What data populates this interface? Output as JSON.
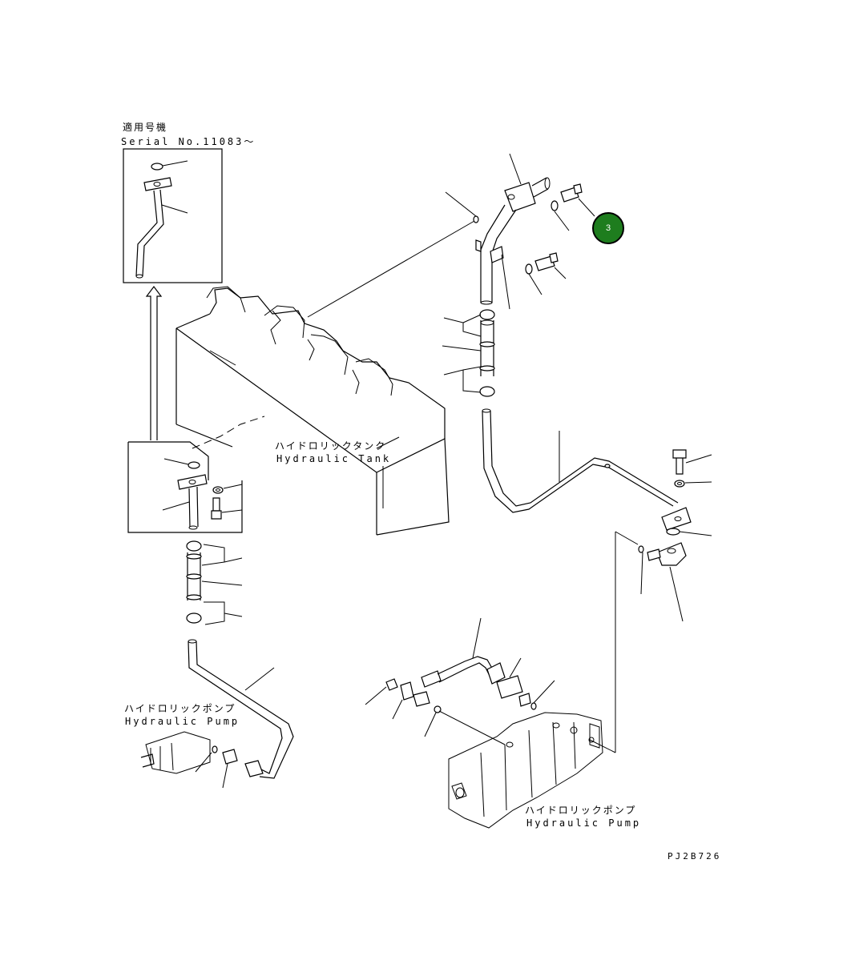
{
  "applicable": {
    "label_jp": "適用号機",
    "serial": "Serial No.11083〜"
  },
  "tank": {
    "label_jp": "ハイドロリックタンク",
    "label_en": "Hydraulic Tank"
  },
  "pump_left": {
    "label_jp": "ハイドロリックポンプ",
    "label_en": "Hydraulic Pump"
  },
  "pump_right": {
    "label_jp": "ハイドロリックポンプ",
    "label_en": "Hydraulic Pump"
  },
  "callout": {
    "number": "3",
    "color": "#1e7d1e"
  },
  "drawing_code": "PJ2B726"
}
